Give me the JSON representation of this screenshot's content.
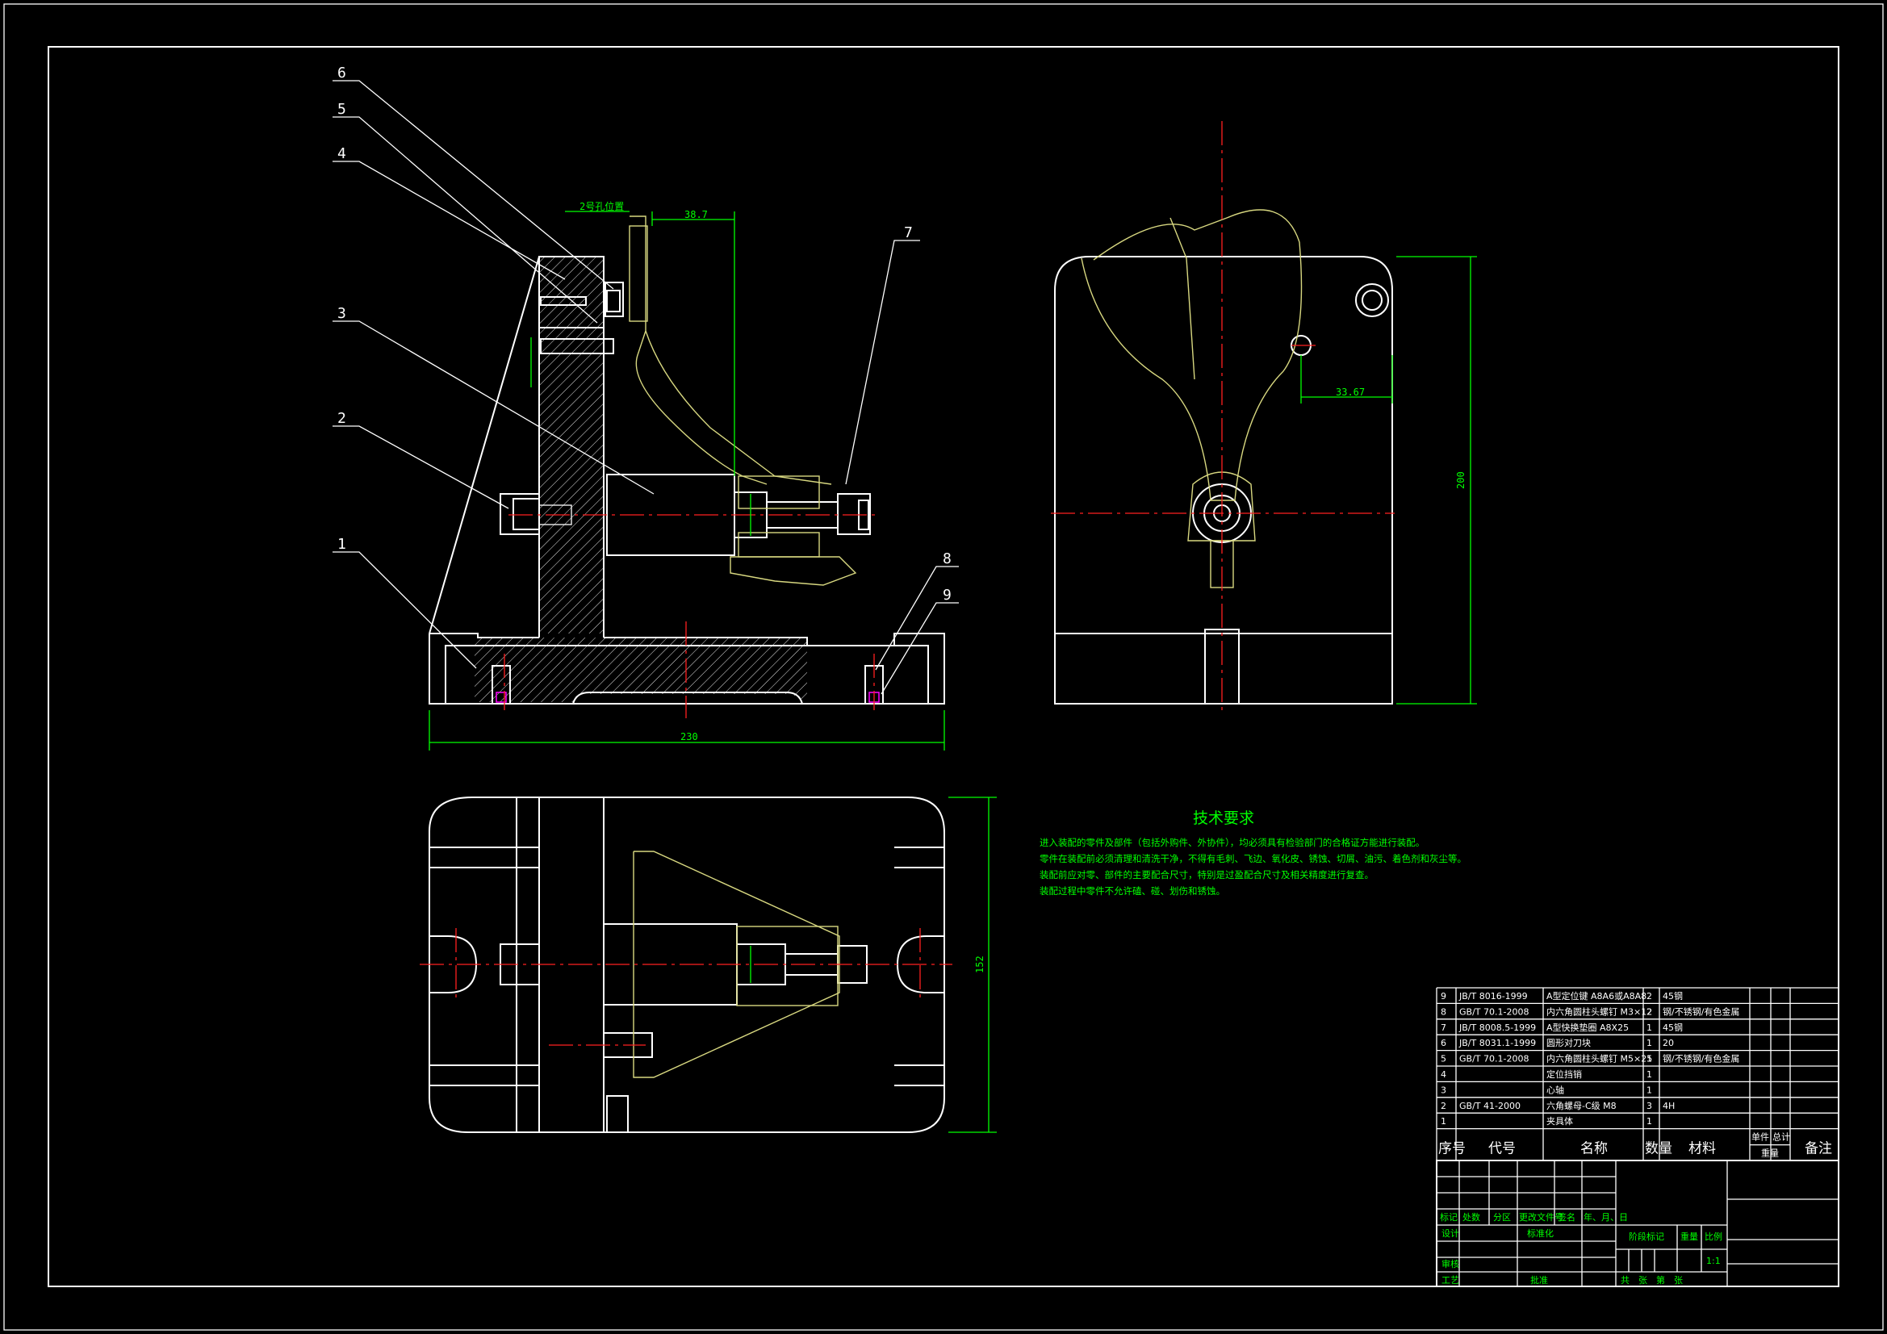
{
  "colors": {
    "background": "#000000",
    "outline": "#ffffff",
    "dimension": "#00ff00",
    "centerline": "#ff2020",
    "phantom": "#d8d880",
    "highlight": "#ff00ff"
  },
  "balloons": [
    "1",
    "2",
    "3",
    "4",
    "5",
    "6",
    "7",
    "8",
    "9"
  ],
  "dimensions": {
    "front_width": "230",
    "front_offset": "38.7",
    "front_hole_spacing": "2号孔位置",
    "side_height": "200",
    "side_offset": "33.67",
    "top_height": "152"
  },
  "tech_requirements": {
    "title": "技术要求",
    "lines": [
      "进入装配的零件及部件（包括外购件、外协件），均必须具有检验部门的合格证方能进行装配。",
      "零件在装配前必须清理和清洗干净，不得有毛刺、飞边、氧化皮、锈蚀、切屑、油污、着色剂和灰尘等。",
      "装配前应对零、部件的主要配合尺寸，特别是过盈配合尺寸及相关精度进行复查。",
      "装配过程中零件不允许磕、碰、划伤和锈蚀。"
    ]
  },
  "bom": {
    "rows": [
      {
        "no": "9",
        "code": "JB/T 8016-1999",
        "name": "A型定位键 A8A6或A8A8",
        "qty": "2",
        "material": "45钢"
      },
      {
        "no": "8",
        "code": "GB/T 70.1-2008",
        "name": "内六角圆柱头螺钉 M3×12",
        "qty": "2",
        "material": "钢/不锈钢/有色金属"
      },
      {
        "no": "7",
        "code": "JB/T 8008.5-1999",
        "name": "A型快换垫圈 A8X25",
        "qty": "1",
        "material": "45钢"
      },
      {
        "no": "6",
        "code": "JB/T 8031.1-1999",
        "name": "圆形对刀块",
        "qty": "1",
        "material": "20"
      },
      {
        "no": "5",
        "code": "GB/T 70.1-2008",
        "name": "内六角圆柱头螺钉 M5×25",
        "qty": "1",
        "material": "钢/不锈钢/有色金属"
      },
      {
        "no": "4",
        "code": "",
        "name": "定位挡销",
        "qty": "1",
        "material": ""
      },
      {
        "no": "3",
        "code": "",
        "name": "心轴",
        "qty": "1",
        "material": ""
      },
      {
        "no": "2",
        "code": "GB/T 41-2000",
        "name": "六角螺母-C级 M8",
        "qty": "3",
        "material": "4H"
      },
      {
        "no": "1",
        "code": "",
        "name": "夹具体",
        "qty": "1",
        "material": ""
      }
    ],
    "header": {
      "no": "序号",
      "code": "代号",
      "name": "名称",
      "qty": "数量",
      "material": "材料",
      "unit": "单件",
      "total": "总计",
      "weight": "重量",
      "remark": "备注"
    }
  },
  "title_block": {
    "rev_headers": [
      "标记",
      "处数",
      "分区",
      "更改文件号",
      "签名",
      "年、月、日"
    ],
    "design": "设计",
    "standardization": "标准化",
    "stage_mark": "阶段标记",
    "weight": "重量",
    "scale": "比例",
    "scale_value": "1:1",
    "review": "审核",
    "process": "工艺",
    "approve": "批准",
    "sheets": "共　张　第　张"
  }
}
